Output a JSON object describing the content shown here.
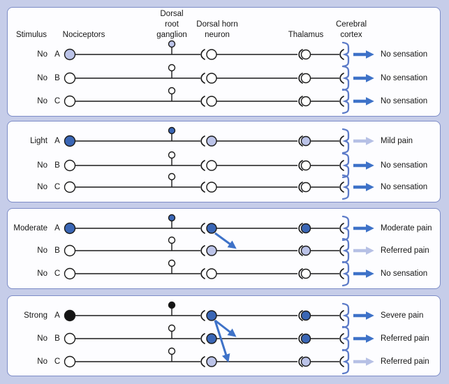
{
  "figure": "referred-pain-pathways-diagram",
  "colors": {
    "background": "#C6CDE9",
    "panel_bg": "#FDFDFF",
    "panel_border": "#7D8CC7",
    "line": "#1A1A1A",
    "strong": "#3A66B5",
    "weak": "#BBC3E8",
    "black": "#141414",
    "open": "#FFFFFF",
    "arrow_strong": "#3E72C8",
    "arrow_weak": "#B6C0E5",
    "brace": "#5C7BC8"
  },
  "headers": {
    "stimulus": "Stimulus",
    "nociceptors": "Nociceptors",
    "dorsal_root_ganglion": [
      "Dorsal",
      "root",
      "ganglion"
    ],
    "dorsal_horn_neuron": [
      "Dorsal horn",
      "neuron"
    ],
    "thalamus": "Thalamus",
    "cerebral_cortex": [
      "Cerebral",
      "cortex"
    ]
  },
  "panels": [
    {
      "name": "no-stimulus",
      "cross_arrows": [],
      "rows": [
        {
          "stimulus": "No",
          "fiber": "A",
          "nociceptor": "weak",
          "ganglion": "weak",
          "dorsal_horn": "open",
          "thalamus": "open",
          "arrow": "strong",
          "sensation": "No sensation"
        },
        {
          "stimulus": "No",
          "fiber": "B",
          "nociceptor": "open",
          "ganglion": "open",
          "dorsal_horn": "open",
          "thalamus": "open",
          "arrow": "strong",
          "sensation": "No sensation"
        },
        {
          "stimulus": "No",
          "fiber": "C",
          "nociceptor": "open",
          "ganglion": "open",
          "dorsal_horn": "open",
          "thalamus": "open",
          "arrow": "strong",
          "sensation": "No sensation"
        }
      ]
    },
    {
      "name": "light-stimulus",
      "cross_arrows": [],
      "rows": [
        {
          "stimulus": "Light",
          "fiber": "A",
          "nociceptor": "strong",
          "ganglion": "strong",
          "dorsal_horn": "weak",
          "thalamus": "weak",
          "arrow": "weak",
          "sensation": "Mild pain"
        },
        {
          "stimulus": "No",
          "fiber": "B",
          "nociceptor": "open",
          "ganglion": "open",
          "dorsal_horn": "open",
          "thalamus": "open",
          "arrow": "strong",
          "sensation": "No sensation"
        },
        {
          "stimulus": "No",
          "fiber": "C",
          "nociceptor": "open",
          "ganglion": "open",
          "dorsal_horn": "open",
          "thalamus": "open",
          "arrow": "strong",
          "sensation": "No sensation"
        }
      ]
    },
    {
      "name": "moderate-stimulus",
      "cross_arrows": [
        {
          "from": 0,
          "to": 1
        }
      ],
      "rows": [
        {
          "stimulus": "Moderate",
          "fiber": "A",
          "nociceptor": "strong",
          "ganglion": "strong",
          "dorsal_horn": "strong",
          "thalamus": "strong",
          "arrow": "strong",
          "sensation": "Moderate pain"
        },
        {
          "stimulus": "No",
          "fiber": "B",
          "nociceptor": "open",
          "ganglion": "open",
          "dorsal_horn": "weak",
          "thalamus": "weak",
          "arrow": "weak",
          "sensation": "Referred pain"
        },
        {
          "stimulus": "No",
          "fiber": "C",
          "nociceptor": "open",
          "ganglion": "open",
          "dorsal_horn": "open",
          "thalamus": "open",
          "arrow": "strong",
          "sensation": "No sensation"
        }
      ]
    },
    {
      "name": "strong-stimulus",
      "cross_arrows": [
        {
          "from": 0,
          "to": 1
        },
        {
          "from": 0,
          "to": 2
        }
      ],
      "rows": [
        {
          "stimulus": "Strong",
          "fiber": "A",
          "nociceptor": "black",
          "ganglion": "black",
          "dorsal_horn": "strong",
          "thalamus": "strong",
          "arrow": "strong",
          "sensation": "Severe pain"
        },
        {
          "stimulus": "No",
          "fiber": "B",
          "nociceptor": "open",
          "ganglion": "open",
          "dorsal_horn": "strong",
          "thalamus": "strong",
          "arrow": "strong",
          "sensation": "Referred pain"
        },
        {
          "stimulus": "No",
          "fiber": "C",
          "nociceptor": "open",
          "ganglion": "open",
          "dorsal_horn": "weak",
          "thalamus": "weak",
          "arrow": "weak",
          "sensation": "Referred pain"
        }
      ]
    }
  ]
}
